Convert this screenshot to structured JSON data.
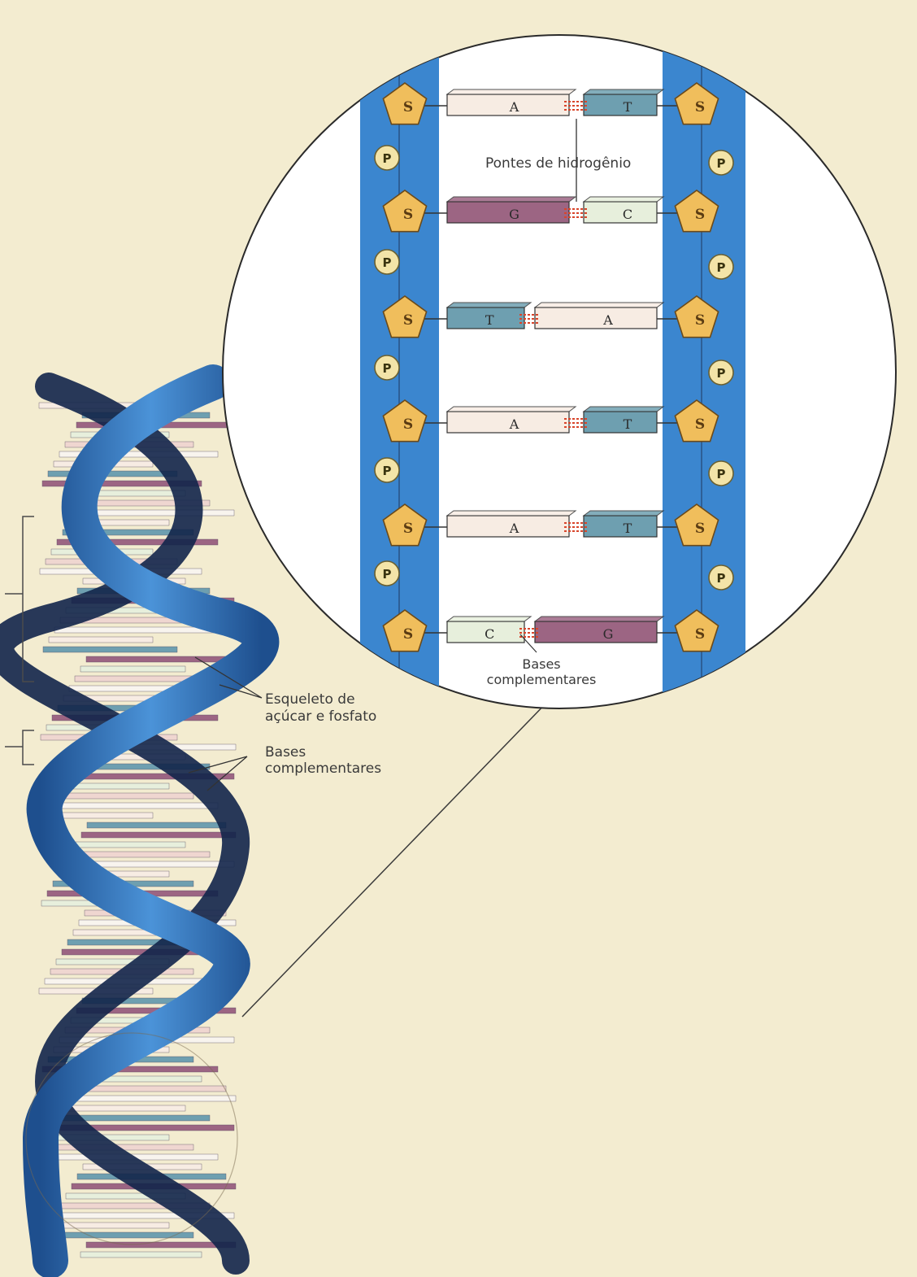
{
  "labels": {
    "hydrogen_bridges": "Pontes de hidrogênio",
    "zoom_bases_line1": "Bases",
    "zoom_bases_line2": "complementares",
    "backbone_line1": "Esqueleto de",
    "backbone_line2": "açúcar e fosfato",
    "helix_bases_line1": "Bases",
    "helix_bases_line2": "complementares"
  },
  "sugar_symbol": "S",
  "phosphate_symbol": "P",
  "base_pairs": [
    {
      "left": "A",
      "right": "T"
    },
    {
      "left": "G",
      "right": "C"
    },
    {
      "left": "T",
      "right": "A"
    },
    {
      "left": "A",
      "right": "T"
    },
    {
      "left": "A",
      "right": "T"
    },
    {
      "left": "C",
      "right": "G"
    }
  ],
  "colors": {
    "background": "#f3ecd0",
    "backbone_blue": "#3b86cf",
    "helix_blue": "#2f6fb7",
    "sugar": "#f0be5c",
    "phosphate": "#f3e4a8",
    "base_A": "#f7ece3",
    "base_T": "#6e9fb0",
    "base_G": "#9c6583",
    "base_C": "#e7efdc",
    "hbond": "#d8452b"
  }
}
